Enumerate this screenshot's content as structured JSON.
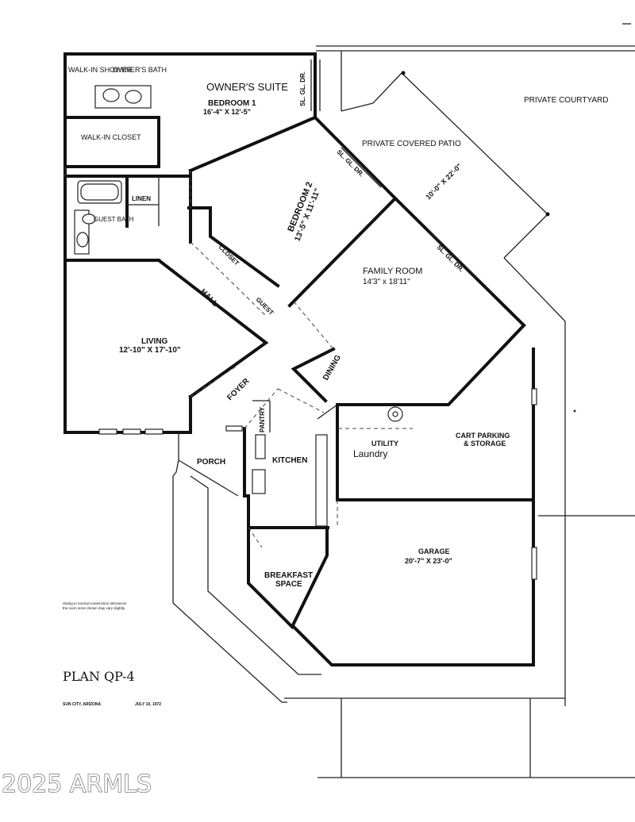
{
  "rooms": {
    "owners_suite": "OWNER'S SUITE",
    "bedroom1": "BEDROOM 1",
    "bedroom1_dims": "16'-4\" X 12'-5\"",
    "walkin_shower": "WALK-IN SHOWER",
    "owners_bath": "OWNER'S BATH",
    "walkin_closet": "WALK-IN CLOSET",
    "linen": "LINEN",
    "guest_bath": "GUEST BATH",
    "bedroom2": "BEDROOM 2",
    "bedroom2_dims": "13'-5\" X 11'-11\"",
    "closet": "CLOSET",
    "hall": "HALL",
    "guest": "GUEST",
    "living": "LIVING",
    "living_dims": "12'-10\" X 17'-10\"",
    "foyer": "FOYER",
    "dining": "DINING",
    "pantry": "PANTRY",
    "kitchen": "KITCHEN",
    "porch": "PORCH",
    "family_room": "FAMILY ROOM",
    "family_room_dims": "14'3\" x 18'11\"",
    "utility": "UTILITY",
    "laundry": "Laundry",
    "cart_parking": "CART PARKING",
    "storage": "& STORAGE",
    "garage": "GARAGE",
    "garage_dims": "20'-7\" X 23'-0\"",
    "breakfast": "BREAKFAST",
    "breakfast_space": "SPACE",
    "private_courtyard": "PRIVATE COURTYARD",
    "private_covered_patio": "PRIVATE COVERED PATIO",
    "patio_dims": "10'-0\" X 22'-0\"",
    "sl_gl_dr": "SL. GL. DR."
  },
  "notes": {
    "tolerance_line1": "Owing to normal construction tolerances",
    "tolerance_line2": "the room sizes shown may vary slightly."
  },
  "title": {
    "plan": "PLAN QP-4",
    "location": "SUN CITY, ARIZONA",
    "date": "JULY 10, 1972"
  },
  "watermark": "2025 ARMLS"
}
